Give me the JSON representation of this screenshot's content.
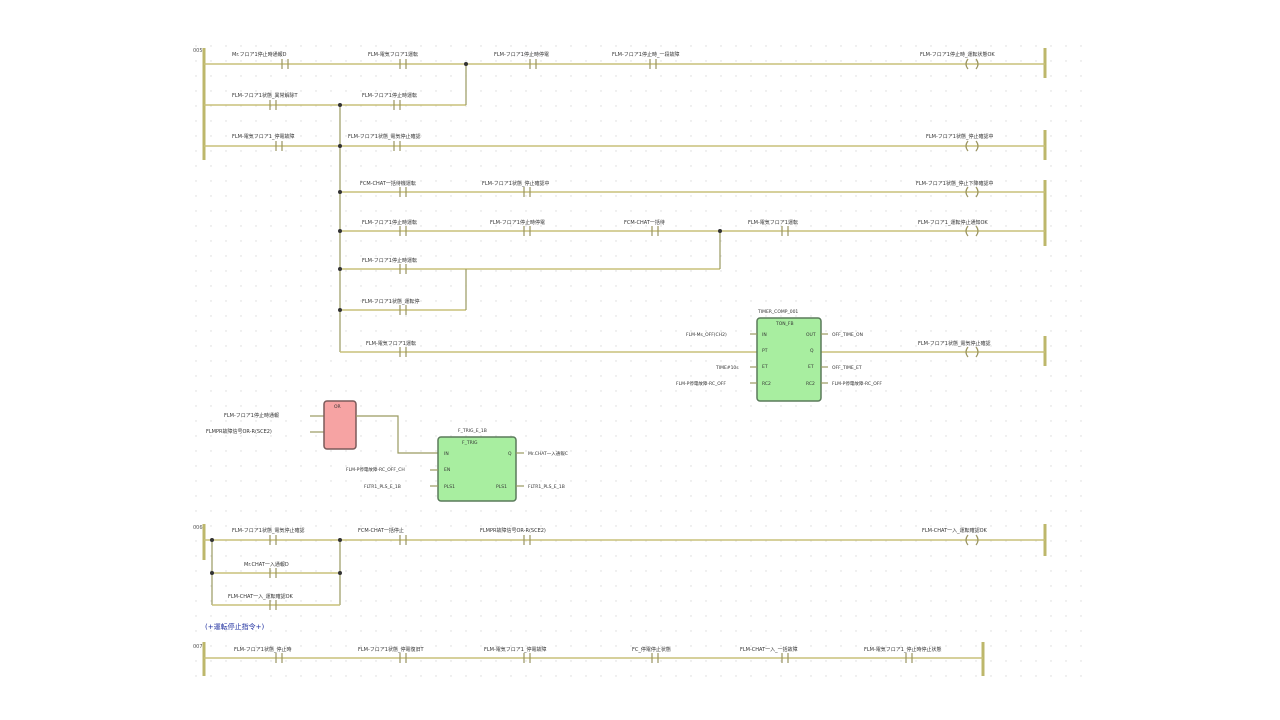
{
  "rungs": {
    "r1": {
      "number": "005"
    },
    "r2": {
      "number": "006"
    },
    "r3": {
      "number": "007"
    }
  },
  "contacts": {
    "c1": "Mr.フロア1停止時通報D",
    "c2": "FLM-電気フロア1運転",
    "c3": "FLM-フロア1停止時停電",
    "c4": "FLM-フロア1停止時_一段故障",
    "c5": "FLM-フロア1停止時_運転状態OK",
    "c6": "FLM-フロア1状態_異常解除T",
    "c7": "FLM-フロア1停止時運転",
    "c8": "FLM-電気フロア1_停電故障",
    "c9": "FLM-フロア1状態_電気停止確認",
    "c10": "FLM-フロア1状態_停止確認中",
    "c11": "FCM-CHAT一括待機運転",
    "c12": "FLM-フロア1状態_停止確認中",
    "c13": "FLM-フロア1状態_停止下降確認中",
    "c14": "FLM-フロア1停止時運転",
    "c15": "FLM-フロア1停止時停電",
    "c16": "FCM-CHAT一括待",
    "c17": "FLM-電気フロア1運転",
    "c18": "FLM-フロア1_運転停止通知OK",
    "c19": "FLM-フロア1停止時運転",
    "c20": "FLM-フロア1状態_運転停",
    "c21": "FLM-電気フロア1運転",
    "c22": "FLM-フロア1状態_電気停止確認",
    "c23": "FLM-フロア1停止時通報",
    "c24": "FLMPR故障信号OR-R(SCE2)",
    "c25": "FLM-フロア1状態_電気停止確認",
    "c26": "FCM-CHAT一括停止",
    "c27": "FLMPR故障信号OR-R(SCE2)",
    "c28": "FLM-CHAT一入_運転確認OK",
    "c29": "Mr.CHAT一入通報D",
    "c30": "FLM-CHAT一入_運転確認OK",
    "c31": "FLM-フロア1状態_停止時",
    "c32": "FLM-フロア1状態_停電復旧T",
    "c33": "FLM-電気フロア1_停電故障",
    "c34": "FC_停電停止状態",
    "c35": "FLM-CHAT一入_一括故障",
    "c36": "FLM-電気フロア1_停止時停止状態"
  },
  "comment": "(+運転停止指令+)",
  "fb1": {
    "instance": "TIMER_COMP_001",
    "type": "TON_FB",
    "pins_left": [
      "IN",
      "PT",
      "ET",
      "RC2"
    ],
    "pins_right": [
      "OUT",
      "Q",
      "ET",
      "RC2"
    ],
    "inputs": [
      "FLM-Ms_OFF(CH2)",
      "TIME#10s",
      "FLM-P停電故障-RC_OFF"
    ],
    "outputs": [
      "OFF_TIME_ON",
      "OFF_TIME_ET",
      "FLM-P停電故障-RC_OFF"
    ]
  },
  "fb2": {
    "instance": "F_TRIG_E_1B",
    "type": "F_TRIG",
    "pins_left": [
      "IN",
      "EN",
      "PLS1"
    ],
    "pins_right": [
      "Q",
      "PLS1"
    ],
    "inputs": [
      "FLM-P停電故障-RC_OFF_CH",
      "FLTR1_PLS_E_1B"
    ],
    "outputs": [
      "Mr.CHAT一入通報C",
      "FLTR1_PLS_E_1B"
    ]
  },
  "orblock": {
    "label": "OR"
  },
  "colors": {
    "rail": "#bdb76b",
    "wire": "#c8c07a",
    "fb_green": "#a8eea0",
    "fb_red": "#f6a3a3",
    "comment": "#2030a0"
  }
}
